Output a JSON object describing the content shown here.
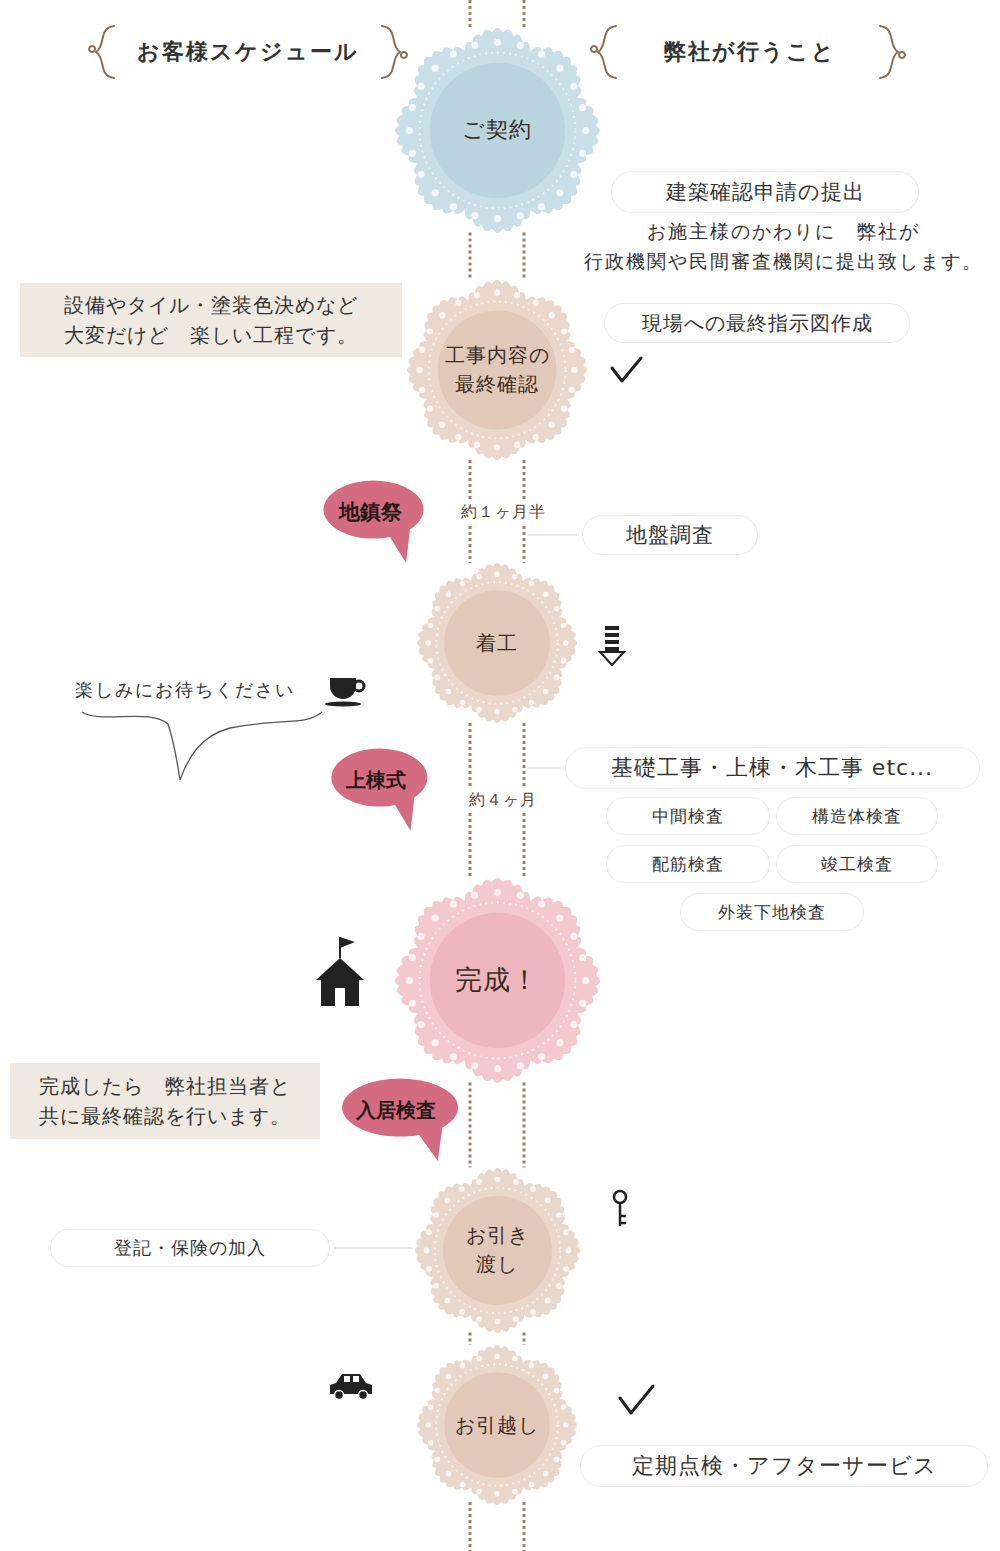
{
  "diagram": {
    "nodes": [
      {
        "text": [
          "ご契約"
        ]
      },
      {
        "text": [
          "建築確認申請の提出"
        ]
      },
      {
        "text": [
          "設備やタイル・塗装色決めなど 大変だけど　楽しい工程です。"
        ]
      },
      {
        "text": [
          "現場への最終指示図作成"
        ]
      },
      {
        "text": [
          "工事内容の 最終確認"
        ]
      },
      {
        "text": [
          "地鎮祭"
        ]
      },
      {
        "text": [
          "地盤調査"
        ]
      },
      {
        "text": [
          "着工"
        ]
      },
      {
        "text": [
          "上棟式"
        ]
      },
      {
        "text": [
          "基礎工事・上棟・木工事 etc..."
        ]
      },
      {
        "text": [
          "中間検査"
        ]
      },
      {
        "text": [
          "構造体検査"
        ]
      },
      {
        "text": [
          "配筋検査"
        ]
      },
      {
        "text": [
          "竣工検査"
        ]
      },
      {
        "text": [
          "外装下地検査"
        ]
      },
      {
        "text": [
          "完成！"
        ]
      },
      {
        "text": [
          "完成したら　弊社担当者と 共に最終確認を行います。"
        ]
      },
      {
        "text": [
          "入居検査"
        ]
      },
      {
        "text": [
          "お引き 渡し"
        ]
      },
      {
        "text": [
          "登記・保険の加入"
        ]
      },
      {
        "text": [
          "お引越し"
        ]
      },
      {
        "text": [
          "定期点検・アフターサービス"
        ]
      }
    ],
    "edges": [
      {
        "from": 0,
        "to": 4,
        "arrow": "none"
      },
      {
        "from": 4,
        "to": 7,
        "arrow": "none",
        "label": "約１ヶ月半"
      },
      {
        "from": 7,
        "to": 15,
        "arrow": "none",
        "label": "約４ヶ月"
      },
      {
        "from": 15,
        "to": 18,
        "arrow": "none"
      },
      {
        "from": 18,
        "to": 20,
        "arrow": "none"
      }
    ],
    "labels": [
      "お客様スケジュール",
      "弊社が行うこと",
      "お施主様のかわりに　弊社が 行政機関や民間審査機関に提出致します。",
      "楽しみにお待ちください"
    ]
  }
}
